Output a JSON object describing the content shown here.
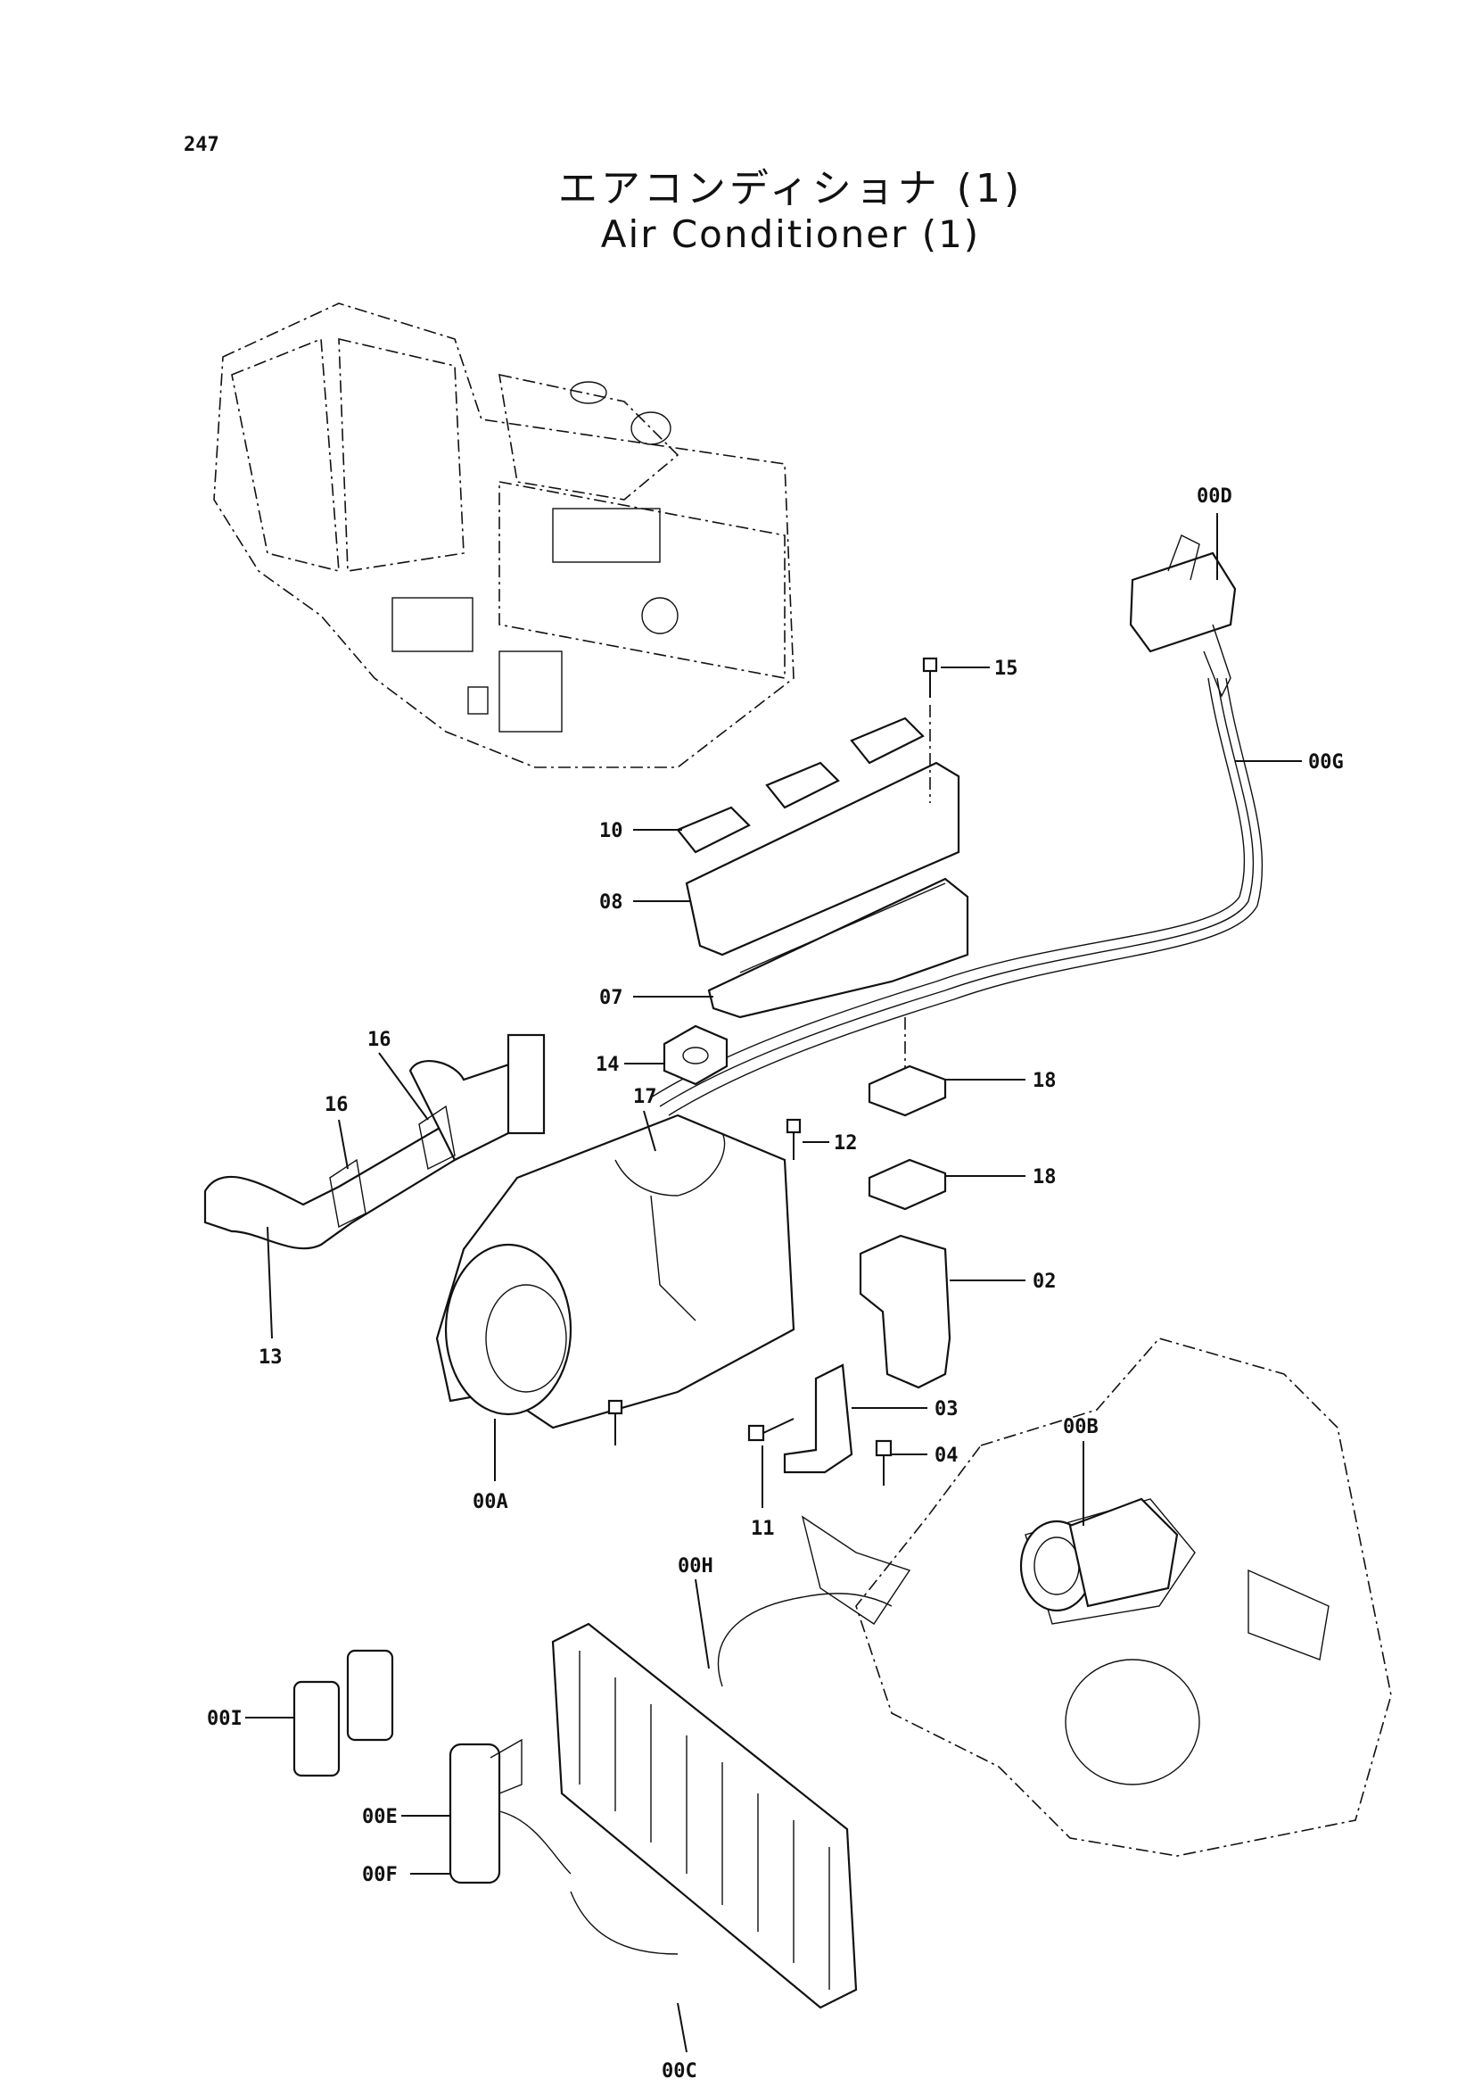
{
  "page_number": "247",
  "title_jp": "エアコンディショナ (1)",
  "title_en": "Air Conditioner (1)",
  "labels": {
    "l00D": "00D",
    "l00G": "00G",
    "l15": "15",
    "l10": "10",
    "l08": "08",
    "l07": "07",
    "l14": "14",
    "l16a": "16",
    "l16b": "16",
    "l17": "17",
    "l12": "12",
    "l18a": "18",
    "l18b": "18",
    "l02": "02",
    "l13": "13",
    "l03": "03",
    "l04": "04",
    "l00B": "00B",
    "l00A": "00A",
    "l11": "11",
    "l00H": "00H",
    "l00I": "00I",
    "l00E": "00E",
    "l00F": "00F",
    "l00C": "00C"
  }
}
